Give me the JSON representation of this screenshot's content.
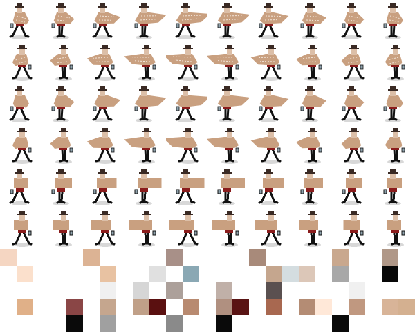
{
  "sheet": {
    "rows": 6,
    "columns": 10,
    "rows_spec": [
      {
        "detail": "full",
        "variant": "walk-a"
      },
      {
        "detail": "full",
        "variant": "walk-b"
      },
      {
        "detail": "medium",
        "variant": "walk-a"
      },
      {
        "detail": "medium",
        "variant": "walk-b"
      },
      {
        "detail": "low",
        "variant": "walk-a"
      },
      {
        "detail": "low",
        "variant": "walk-b"
      }
    ],
    "cape_phase": [
      0.0,
      0.25,
      0.55,
      0.85,
      1.0,
      0.9,
      0.7,
      0.45,
      0.2,
      0.05
    ]
  },
  "colors": {
    "background": "#ffffff",
    "cape": "#c9a080",
    "cape_pattern": "#f2e4d8",
    "skin": "#dcbfa8",
    "hat": "#3a2a24",
    "shirt": "#8a1c1c",
    "pants": "#111111",
    "shadow": "#d8d8d8",
    "lantern": "#8fa2ad"
  },
  "swatches": [
    [
      "#f5d6c2",
      null,
      null,
      null,
      null,
      "#dcb394",
      null,
      null,
      null,
      null,
      "#a89088",
      null,
      null,
      null,
      null,
      "#a88a7a",
      null,
      null,
      null,
      null,
      "#c9a88e",
      null,
      null,
      "#b09888"
    ],
    [
      null,
      "#fbe0cc",
      null,
      null,
      null,
      null,
      "#e8c2a2",
      null,
      null,
      "#e0e0e0",
      null,
      "#8aa8b4",
      null,
      null,
      null,
      null,
      "#c5a68e",
      "#d4dde0",
      "#dcc7b8",
      null,
      "#a8a8a8",
      null,
      null,
      "#080808"
    ],
    [
      null,
      null,
      null,
      null,
      null,
      null,
      "#f0f0f0",
      null,
      "#d6d6d6",
      null,
      "#aca09a",
      null,
      null,
      "#c0b0a8",
      null,
      null,
      "#5a5050",
      null,
      null,
      null,
      null,
      "#f0f0f0",
      null,
      null
    ],
    [
      null,
      "#e0b088",
      null,
      null,
      "#8a4646",
      null,
      "#c5a68e",
      null,
      "#c0a088",
      "#5a1010",
      null,
      "#b88a70",
      null,
      "#b09080",
      "#5a1414",
      null,
      "#a86850",
      null,
      "#b48c74",
      "#ffe8d8",
      null,
      "#c09880",
      null,
      "#d8b498",
      "#d4b090"
    ],
    [
      null,
      null,
      null,
      null,
      "#0a0a0a",
      null,
      "#a0a0a0",
      null,
      null,
      null,
      "#8a8a8a",
      null,
      null,
      "#0a0a0a",
      null,
      null,
      null,
      null,
      null,
      null,
      "#0a0a0a",
      null,
      null,
      null
    ]
  ]
}
